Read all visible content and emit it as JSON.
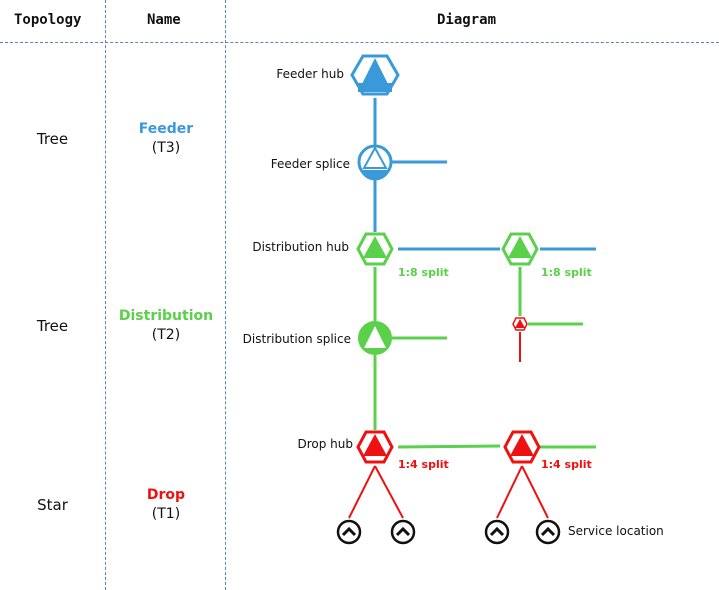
{
  "headers": {
    "topology": "Topology",
    "name": "Name",
    "diagram": "Diagram"
  },
  "colors": {
    "feeder": "#3a9ad9",
    "distribution": "#5bd04a",
    "drop": "#ee1111",
    "separator": "#5a86b5"
  },
  "rows": {
    "feeder": {
      "topology": "Tree",
      "name": "Feeder",
      "tier": "(T3)"
    },
    "distribution": {
      "topology": "Tree",
      "name": "Distribution",
      "tier": "(T2)"
    },
    "drop": {
      "topology": "Star",
      "name": "Drop",
      "tier": "(T1)"
    }
  },
  "labels": {
    "feeder_hub": "Feeder hub",
    "feeder_splice": "Feeder splice",
    "distribution_hub": "Distribution hub",
    "distribution_splice": "Distribution splice",
    "drop_hub": "Drop hub",
    "service_location": "Service location"
  },
  "splits": {
    "dist_1": "1:8 split",
    "dist_2": "1:8 split",
    "drop_1": "1:4 split",
    "drop_2": "1:4 split"
  },
  "icons": {
    "hub": "hexagon-triangle-icon",
    "splice": "circle-triangle-icon",
    "service": "chevron-up-circle-icon"
  }
}
